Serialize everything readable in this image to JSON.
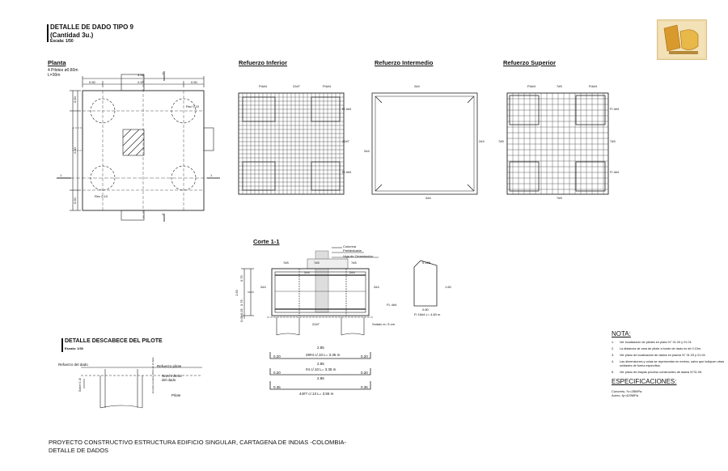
{
  "header": {
    "title": "DETALLE DE DADO TIPO 9",
    "quantity": "(Cantidad 3u.)",
    "scale": "Escala: 1/50"
  },
  "planta": {
    "title": "Planta",
    "pilotes": "4 Pilotes ø0.80m",
    "length": "L=30m",
    "dims_top": [
      "0.50",
      "2.00",
      "0.50"
    ],
    "dim_top_outer": "3.00",
    "dims_left": [
      "0.50",
      "2.00",
      "0.50"
    ],
    "rec_right": "Rec 0.10",
    "rec_bottom": "Rec 0.10",
    "section_mark": "1"
  },
  "refuerzo_inferior": {
    "title": "Refuerzo Inferior",
    "labels": [
      "Fl4#4",
      "22#7",
      "Fl4#4",
      "Fl 4#4",
      "22#7",
      "Fl 4#4"
    ]
  },
  "refuerzo_intermedio": {
    "title": "Refuerzo Intermedio",
    "labels": [
      "2#4",
      "2#4",
      "2#4",
      "2#4"
    ]
  },
  "refuerzo_superior": {
    "title": "Refuerzo Superior",
    "labels": [
      "Fl4#4",
      "7#5",
      "Fl4#4",
      "Fl 4#4",
      "7#5",
      "7#5",
      "Fl 4#4",
      "7#5"
    ]
  },
  "corte": {
    "title": "Corte 1-1",
    "columna": "Columna",
    "prefabricada": "Prefabricada",
    "viga": "Viga de Cimentación",
    "labels_top": [
      "7#5",
      "7#5",
      "7#5"
    ],
    "labels_mid": [
      "2#4",
      "2#4",
      "2#4",
      "2#4"
    ],
    "fl": "FL 4#4",
    "bottom_bar": "22#7",
    "solado": "Solado e= 5 cm",
    "dims_left": [
      "0.75",
      "0.75",
      "1.50",
      "0.05 0.05"
    ],
    "hook_top": "0.125",
    "hook_right": "1.60",
    "hook_bottom": "0.80",
    "hook_label": "Fl 16#4 L= 4.60 m"
  },
  "bars": [
    {
      "length": "2.85",
      "left": "0.20",
      "right": "0.20",
      "label": "28#4 c/.10 L= 3.35 m"
    },
    {
      "length": "2.85",
      "left": "0.20",
      "right": "0.20",
      "label": "#4 c/.10 L= 3.35 m"
    },
    {
      "length": "2.85",
      "left": "0.35",
      "right": "0.35",
      "label": "44#7 c/.13 L= 3.55 m"
    }
  ],
  "descabece": {
    "title": "DETALLE DESCABECE DEL PILOTE",
    "scale": "Escala: 1/30",
    "refuerzo_dado": "Refuerzo del dado",
    "refuerzo_pilote": "Refuerzo pilote",
    "nivel": "Nivel inferior",
    "del_dado": "del dado",
    "pilote": "Pilote",
    "left_vertical": "Sobre 0.10",
    "mid_vertical": "El pilote penetra 10cm en el dado"
  },
  "notes": {
    "title": "NOTA:",
    "items": [
      "Ver localización de pilotes en plano N° 01.00 y 01.01.",
      "La distancia de cara de pilote a borde de dado es de 0.10m.",
      "Ver plano de localización de dados en planos N° 01.03 y 01.04.",
      "Las dimensiones y cotas se representan en metros, salvo que indiquen otras unidades de forma específica.",
      "Ver plano de etapas proceso constructivo de dados N°01.05."
    ],
    "spec_title": "ESPECIFICACIONES:",
    "concreto": "Concreto, f'c=28MPa",
    "acero": "Acero,     fy=420MPa"
  },
  "footer": {
    "line1": "PROYECTO CONSTRUCTIVO ESTRUCTURA EDIFICIO SINGULAR, CARTAGENA DE INDIAS -COLOMBIA-",
    "line2": "DETALLE DE DADOS"
  },
  "logo": {
    "name": "company-logo"
  }
}
